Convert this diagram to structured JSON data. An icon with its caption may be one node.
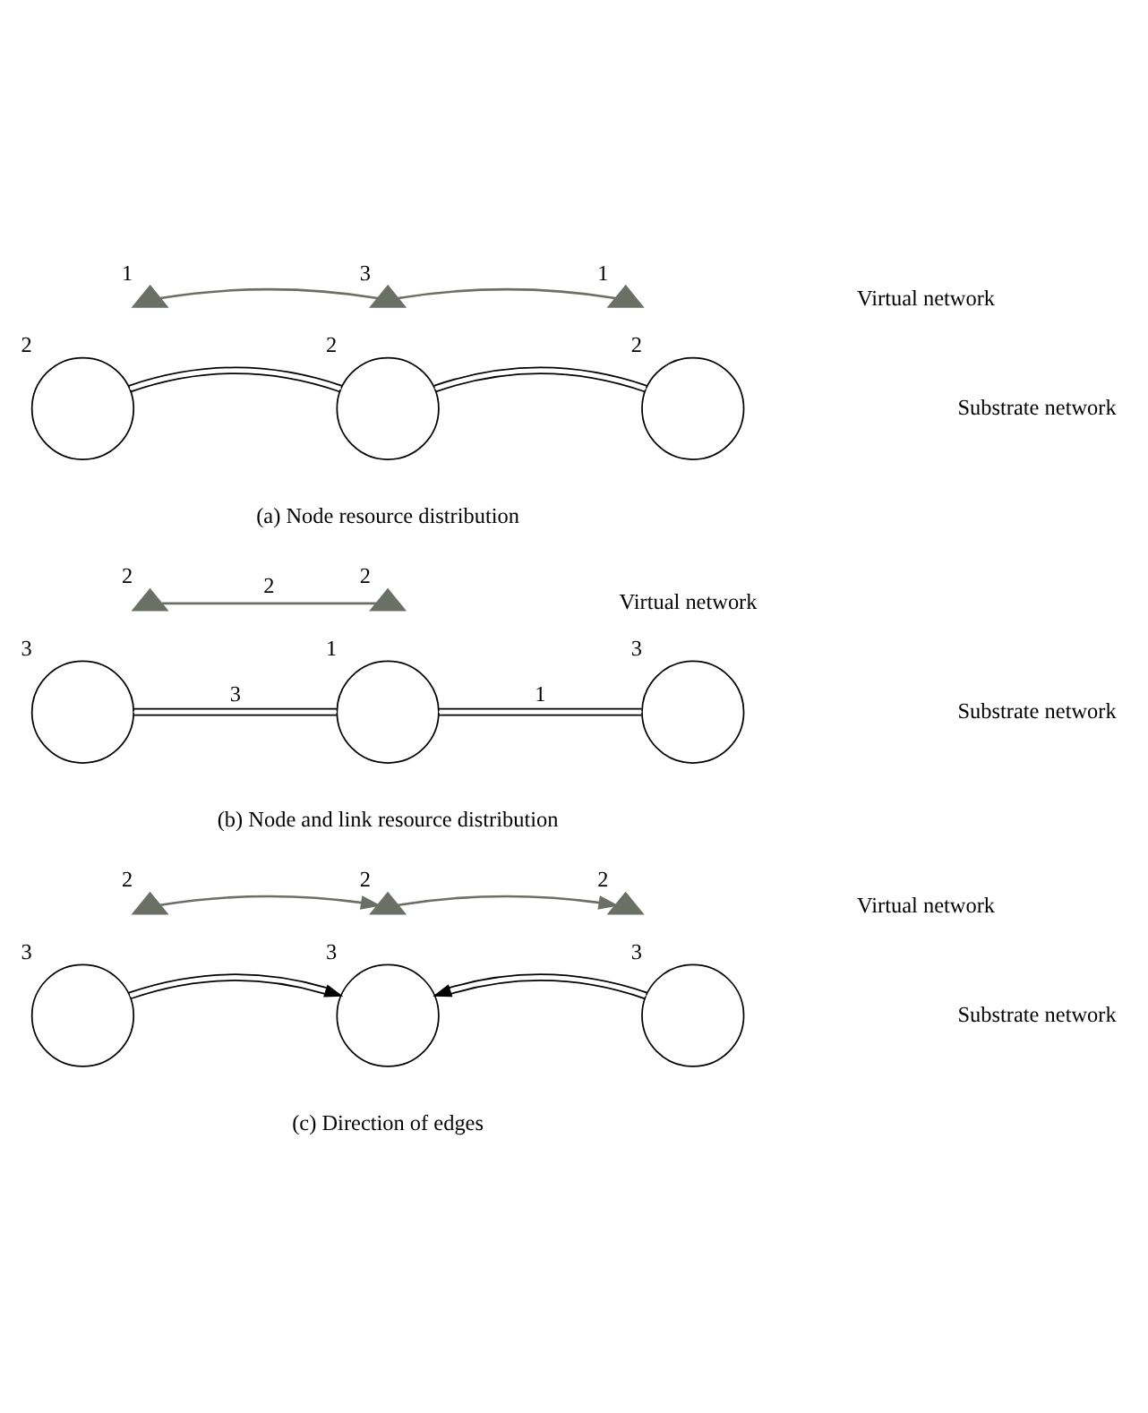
{
  "diagram": {
    "nodes": [
      {
        "text": [],
        "shape": "triangle",
        "beside": [
          "1"
        ]
      },
      {
        "text": [],
        "shape": "triangle",
        "beside": [
          "3"
        ]
      },
      {
        "text": [],
        "shape": "triangle",
        "beside": [
          "1"
        ]
      },
      {
        "text": [],
        "shape": "circle",
        "beside": [
          "2"
        ]
      },
      {
        "text": [],
        "shape": "circle",
        "beside": [
          "2"
        ]
      },
      {
        "text": [],
        "shape": "circle",
        "beside": [
          "2"
        ]
      },
      {
        "text": [],
        "shape": "triangle",
        "beside": [
          "2"
        ]
      },
      {
        "text": [],
        "shape": "triangle",
        "beside": [
          "2"
        ]
      },
      {
        "text": [],
        "shape": "circle",
        "beside": [
          "3"
        ]
      },
      {
        "text": [],
        "shape": "circle",
        "beside": [
          "1"
        ]
      },
      {
        "text": [],
        "shape": "circle",
        "beside": [
          "3"
        ]
      },
      {
        "text": [],
        "shape": "triangle",
        "beside": [
          "2"
        ]
      },
      {
        "text": [],
        "shape": "triangle",
        "beside": [
          "2"
        ]
      },
      {
        "text": [],
        "shape": "triangle",
        "beside": [
          "2"
        ]
      },
      {
        "text": [],
        "shape": "circle",
        "beside": [
          "3"
        ]
      },
      {
        "text": [],
        "shape": "circle",
        "beside": [
          "3"
        ]
      },
      {
        "text": [],
        "shape": "circle",
        "beside": [
          "3"
        ]
      }
    ],
    "edges": [
      {
        "from": 0,
        "to": 1,
        "arrow": "none",
        "color": "#6b7066"
      },
      {
        "from": 1,
        "to": 2,
        "arrow": "none",
        "color": "#6b7066"
      },
      {
        "from": 3,
        "to": 4,
        "arrow": "none"
      },
      {
        "from": 4,
        "to": 5,
        "arrow": "none"
      },
      {
        "from": 6,
        "to": 7,
        "arrow": "none",
        "label": "2",
        "color": "#6b7066"
      },
      {
        "from": 8,
        "to": 9,
        "arrow": "none",
        "label": "3"
      },
      {
        "from": 9,
        "to": 10,
        "arrow": "none",
        "label": "1"
      },
      {
        "from": 11,
        "to": 12,
        "arrow": "to",
        "color": "#6b7066"
      },
      {
        "from": 12,
        "to": 13,
        "arrow": "to",
        "color": "#6b7066"
      },
      {
        "from": 14,
        "to": 15,
        "arrow": "to"
      },
      {
        "from": 16,
        "to": 15,
        "arrow": "to"
      }
    ],
    "labels": [
      "Virtual network",
      "Substrate network",
      "(a) Node resource distribution",
      "Virtual network",
      "Substrate network",
      "(b) Node and link resource distribution",
      "Virtual network",
      "Substrate network",
      "(c) Direction of edges"
    ]
  }
}
